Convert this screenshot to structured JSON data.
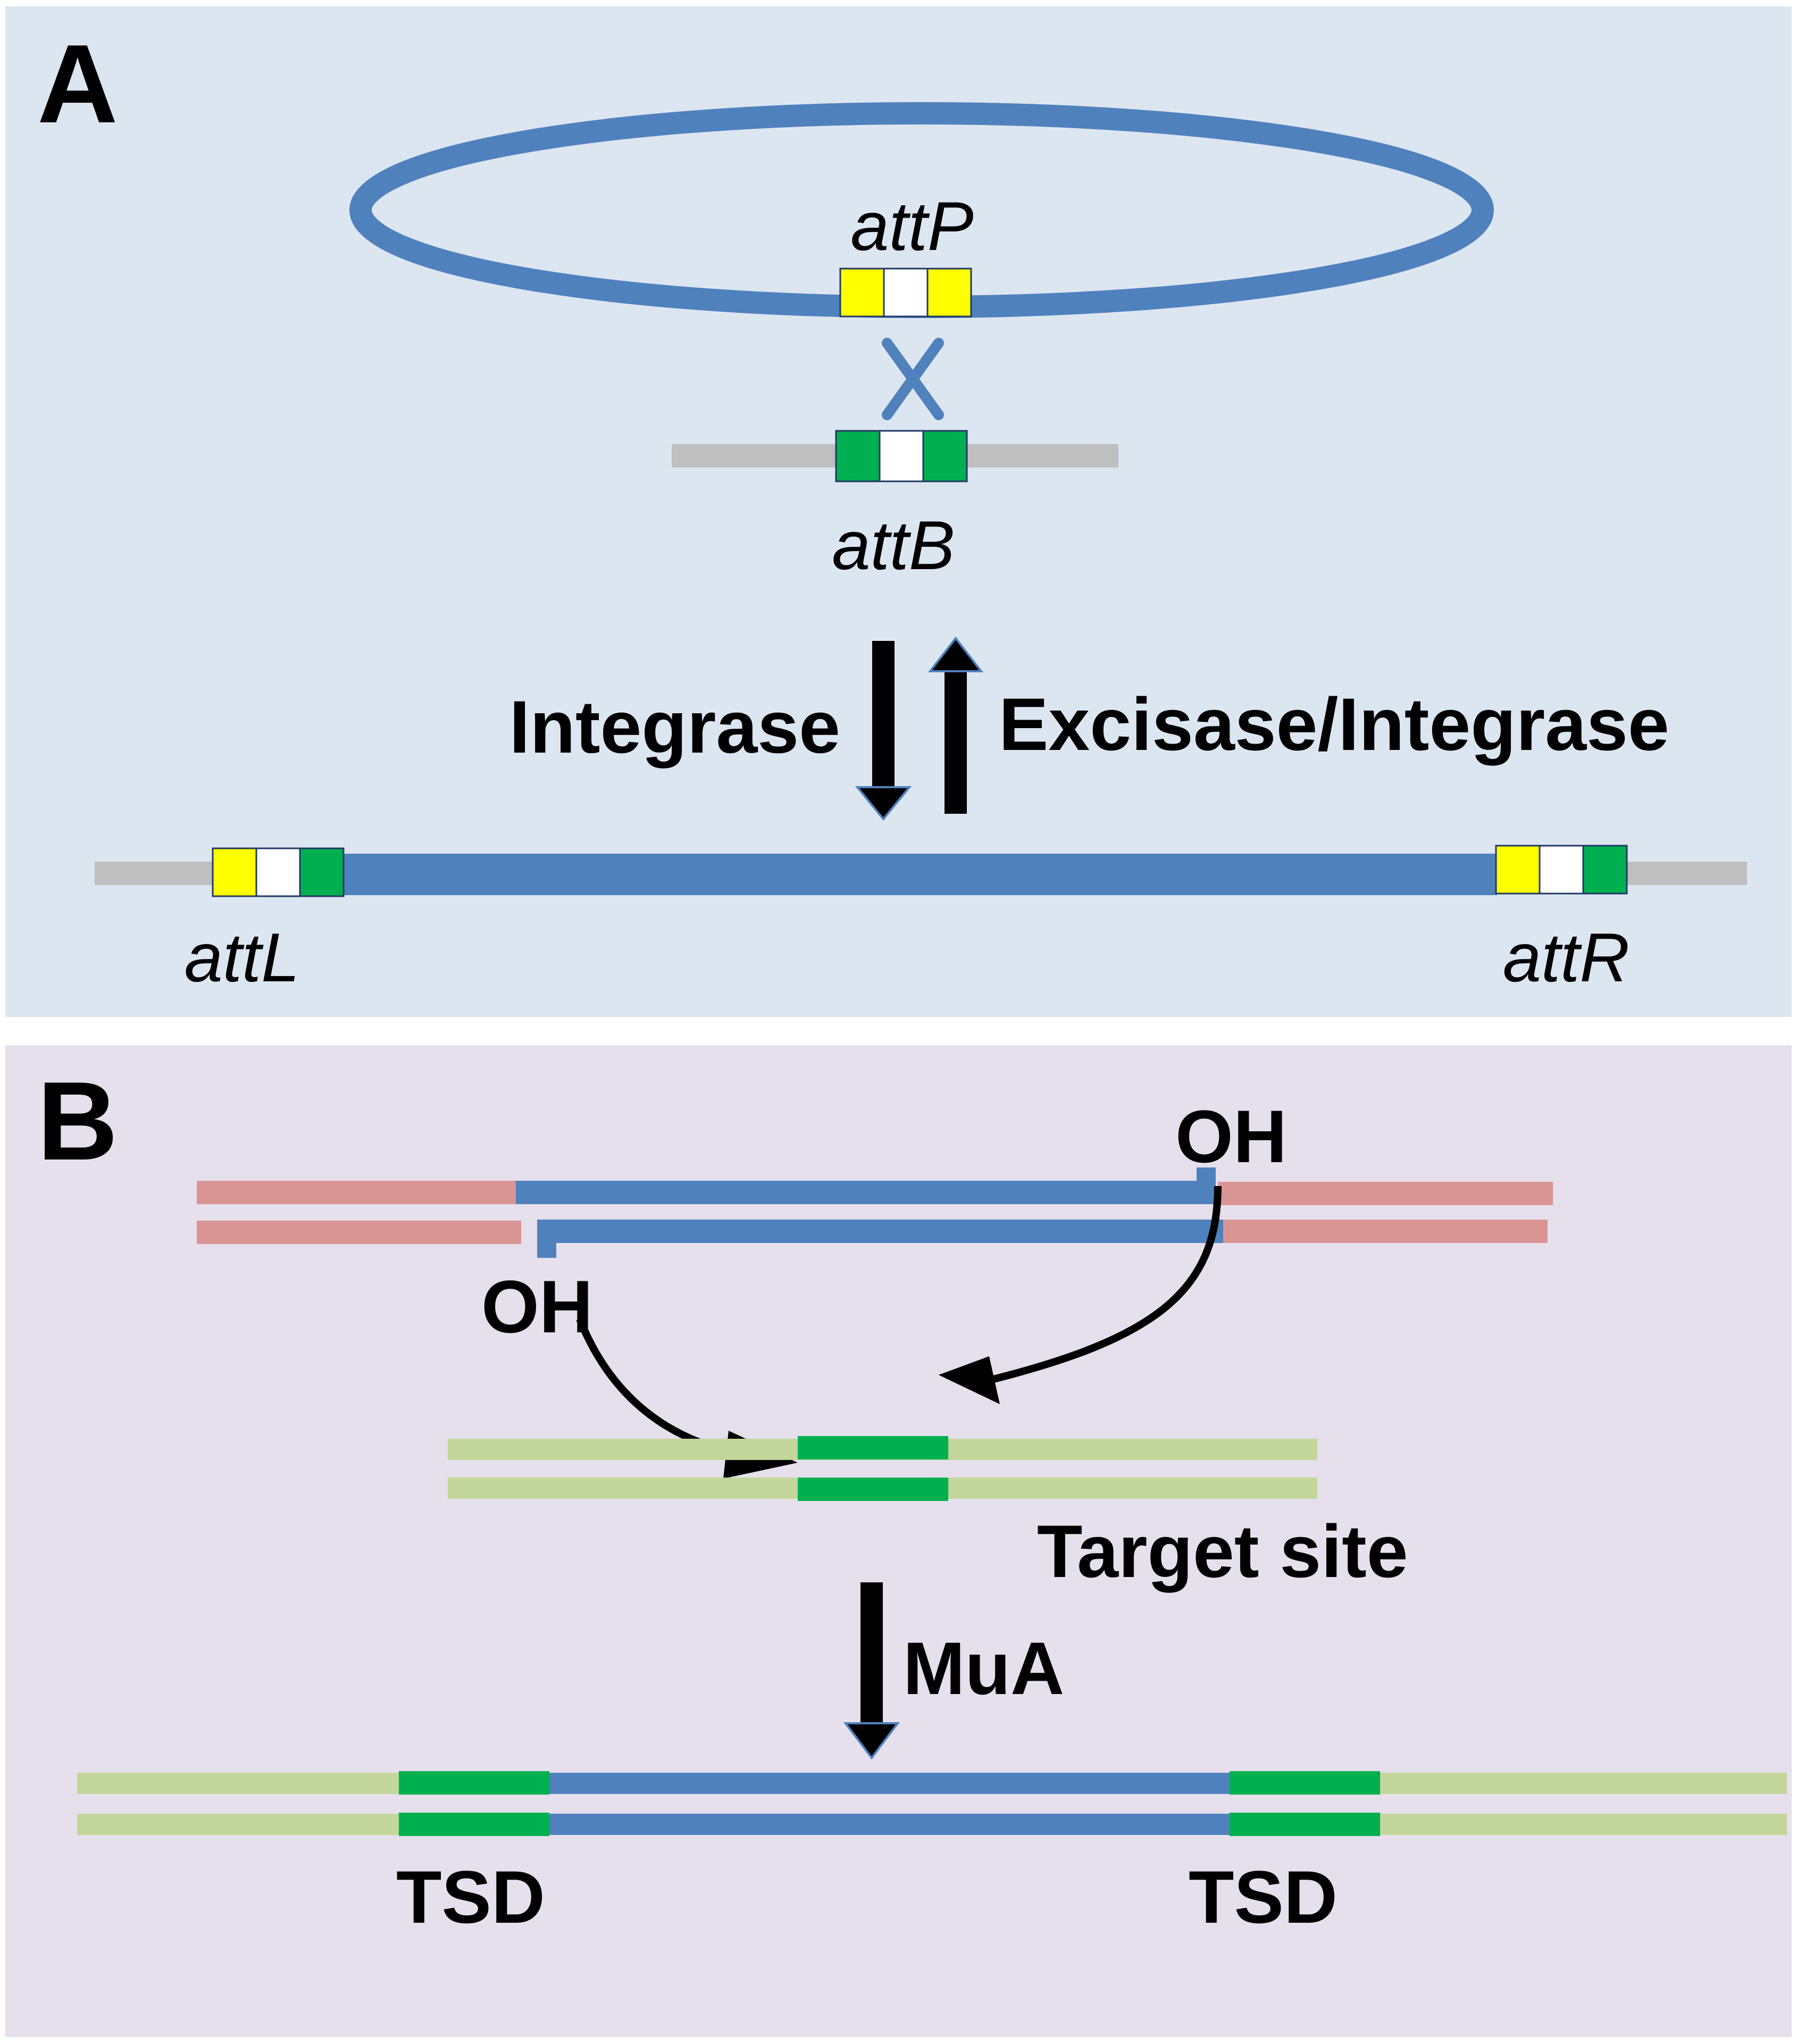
{
  "colors": {
    "panel_a_bg": "#dce6f1",
    "panel_b_bg": "#e5e0ec",
    "phage_dna": "#4f81bd",
    "host_dna": "#bfbfbf",
    "flank_red": "#d99594",
    "target_dna": "#c3d69b",
    "site_green": "#00b050",
    "core_yellow": "#ffff00",
    "core_white": "#ffffff",
    "arrow": "#000000"
  },
  "panel_a": {
    "label": "A",
    "attP": "attP",
    "attB": "attB",
    "attL": "attL",
    "attR": "attR",
    "forward_enzyme": "Integrase",
    "reverse_enzyme": "Excisase/Integrase"
  },
  "panel_b": {
    "label": "B",
    "oh_top": "OH",
    "oh_bottom": "OH",
    "target_site": "Target site",
    "enzyme": "MuA",
    "tsd_left": "TSD",
    "tsd_right": "TSD"
  }
}
